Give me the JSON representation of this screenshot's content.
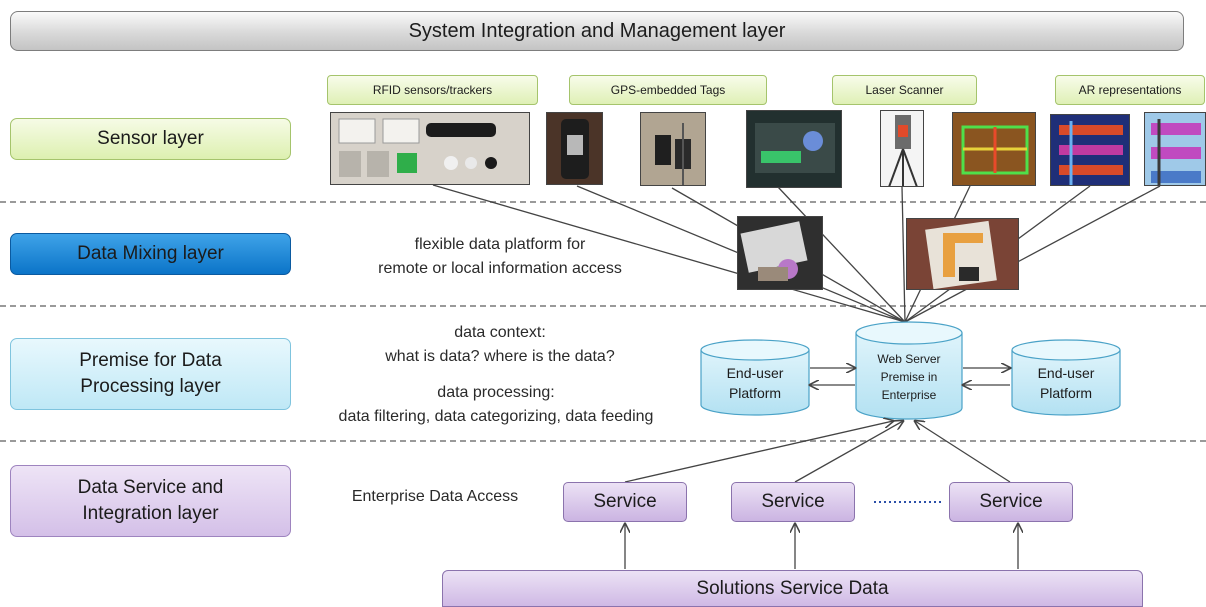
{
  "top_bar": "System Integration and Management layer",
  "layers": {
    "sensor": "Sensor layer",
    "mixing": "Data Mixing layer",
    "premise_line1": "Premise for Data",
    "premise_line2": "Processing layer",
    "service_line1": "Data Service and",
    "service_line2": "Integration layer"
  },
  "tags": {
    "rfid": "RFID sensors/trackers",
    "gps": "GPS-embedded Tags",
    "laser": "Laser Scanner",
    "ar": "AR representations"
  },
  "annotations": {
    "mixing_line1": "flexible data platform for",
    "mixing_line2": "remote or local information access",
    "context_line1": "data context:",
    "context_line2": "what is data? where is the data?",
    "processing_line1": "data processing:",
    "processing_line2": "data filtering, data categorizing, data feeding",
    "enterprise_access": "Enterprise Data Access"
  },
  "platforms": {
    "left_line1": "End-user",
    "left_line2": "Platform",
    "server_line1": "Web Server",
    "server_line2": "Premise in",
    "server_line3": "Enterprise",
    "right_line1": "End-user",
    "right_line2": "Platform"
  },
  "services": [
    "Service",
    "Service",
    "Service"
  ],
  "solutions": "Solutions Service Data",
  "colors": {
    "sensor_green": "#ddf0b0",
    "mixing_blue": "#0b74c8",
    "premise_cyan": "#bfe8f6",
    "service_purple": "#d4c0e8",
    "top_gray": "#c4c4c4"
  }
}
